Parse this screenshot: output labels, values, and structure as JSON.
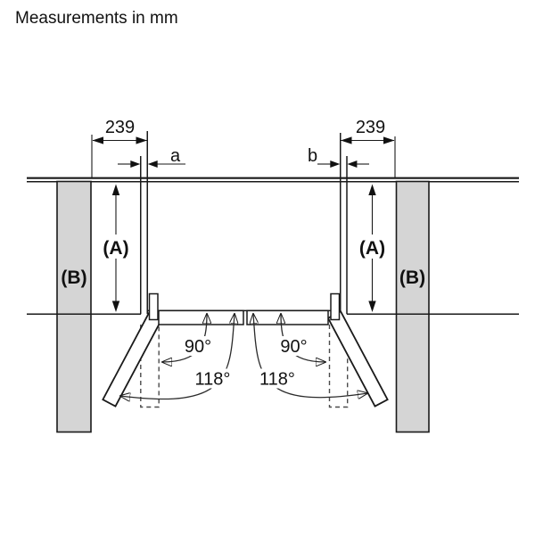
{
  "title": "Measurements in mm",
  "colors": {
    "line": "#1a1a1a",
    "wall_fill": "#d5d5d5",
    "dashed_line": "#4a4a4a",
    "background": "#ffffff"
  },
  "labels": {
    "dim_239_left": "239",
    "dim_239_right": "239",
    "gap_a": "a",
    "gap_b": "b",
    "depth_left": "(A)",
    "depth_right": "(A)",
    "wall_left": "(B)",
    "wall_right": "(B)",
    "angle_90_left": "90°",
    "angle_90_right": "90°",
    "angle_118_left": "118°",
    "angle_118_right": "118°"
  }
}
